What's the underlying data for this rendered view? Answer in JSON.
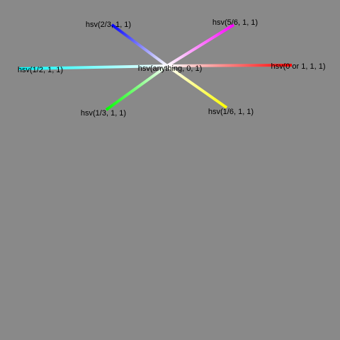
{
  "center": {
    "label": "hsv(anything, 0, 1)",
    "color": "#ffffff"
  },
  "spokes": [
    {
      "id": "red",
      "label": "hsv(0 or 1, 1, 1)",
      "color": "#ff0000"
    },
    {
      "id": "yellow",
      "label": "hsv(1/6, 1, 1)",
      "color": "#ffff00"
    },
    {
      "id": "green",
      "label": "hsv(1/3, 1, 1)",
      "color": "#00ff00"
    },
    {
      "id": "cyan",
      "label": "hsv(1/2, 1, 1)",
      "color": "#00ffff"
    },
    {
      "id": "blue",
      "label": "hsv(2/3, 1, 1)",
      "color": "#0000ff"
    },
    {
      "id": "magenta",
      "label": "hsv(5/6, 1, 1)",
      "color": "#ff00ff"
    }
  ],
  "background": "#898989"
}
